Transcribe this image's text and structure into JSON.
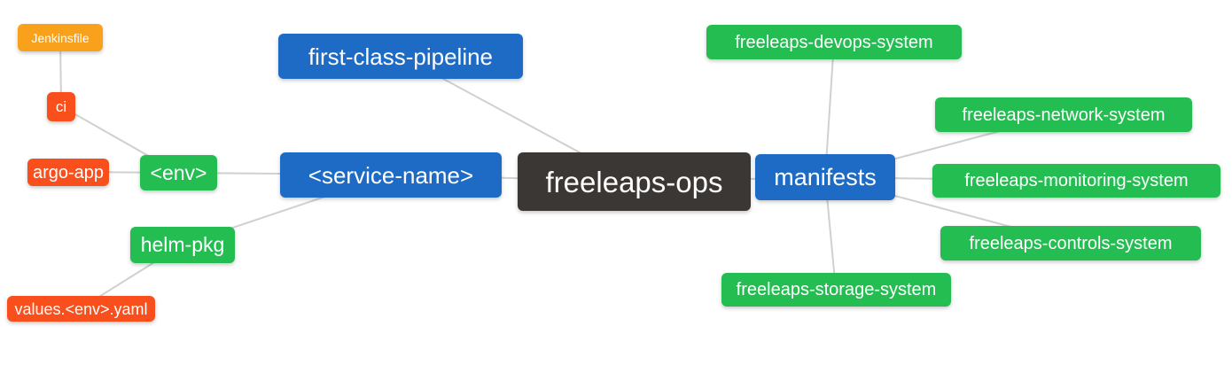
{
  "diagram": {
    "type": "mindmap",
    "title": "freeleaps-ops repository structure mind map",
    "background": "#ffffff",
    "root": "freeleaps_ops"
  },
  "colors": {
    "orange": "#F9A11B",
    "red": "#F94F1D",
    "green": "#23BD52",
    "blue": "#1E6BC5",
    "dark": "#3B3734",
    "edge": "#D0D0D0",
    "node_text": "#FFFFFF"
  },
  "nodes": {
    "jenkinsfile": {
      "label": "Jenkinsfile",
      "color": "orange"
    },
    "ci": {
      "label": "ci",
      "color": "red"
    },
    "argo_app": {
      "label": "argo-app",
      "color": "red"
    },
    "env": {
      "label": "<env>",
      "color": "green"
    },
    "helm_pkg": {
      "label": "helm-pkg",
      "color": "green"
    },
    "values_env_yaml": {
      "label": "values.<env>.yaml",
      "color": "red"
    },
    "first_class_pipeline": {
      "label": "first-class-pipeline",
      "color": "blue"
    },
    "service_name": {
      "label": "<service-name>",
      "color": "blue"
    },
    "freeleaps_ops": {
      "label": "freeleaps-ops",
      "color": "dark"
    },
    "manifests": {
      "label": "manifests",
      "color": "blue"
    },
    "devops_system": {
      "label": "freeleaps-devops-system",
      "color": "green"
    },
    "network_system": {
      "label": "freeleaps-network-system",
      "color": "green"
    },
    "monitoring_system": {
      "label": "freeleaps-monitoring-system",
      "color": "green"
    },
    "controls_system": {
      "label": "freeleaps-controls-system",
      "color": "green"
    },
    "storage_system": {
      "label": "freeleaps-storage-system",
      "color": "green"
    }
  },
  "edges": [
    [
      "jenkinsfile",
      "ci"
    ],
    [
      "ci",
      "env"
    ],
    [
      "argo_app",
      "env"
    ],
    [
      "env",
      "service_name"
    ],
    [
      "helm_pkg",
      "service_name"
    ],
    [
      "values_env_yaml",
      "helm_pkg"
    ],
    [
      "service_name",
      "freeleaps_ops"
    ],
    [
      "first_class_pipeline",
      "freeleaps_ops"
    ],
    [
      "freeleaps_ops",
      "manifests"
    ],
    [
      "manifests",
      "devops_system"
    ],
    [
      "manifests",
      "network_system"
    ],
    [
      "manifests",
      "monitoring_system"
    ],
    [
      "manifests",
      "controls_system"
    ],
    [
      "manifests",
      "storage_system"
    ]
  ]
}
